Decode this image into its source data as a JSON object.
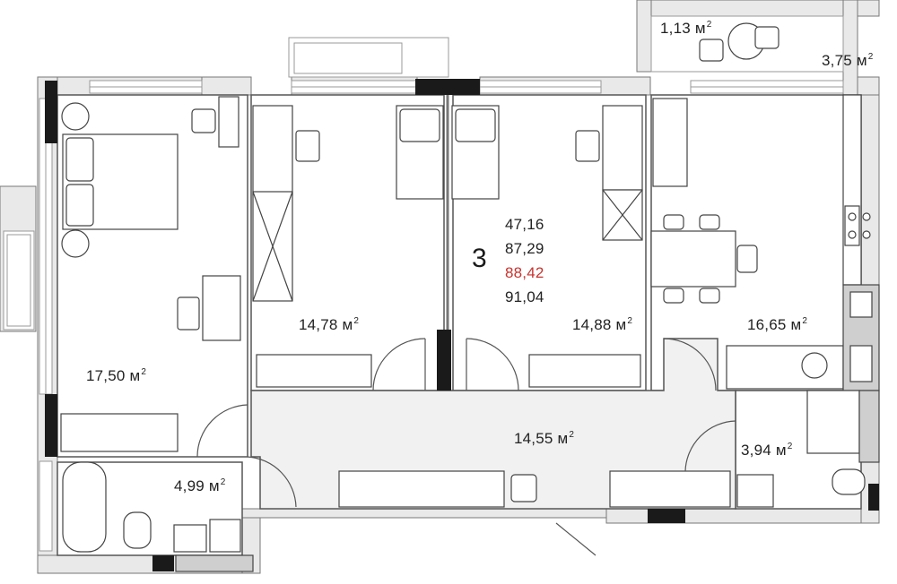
{
  "apartment": {
    "rooms_count": "3",
    "areas": [
      "47,16",
      "87,29",
      "88,42",
      "91,04"
    ],
    "highlight_color": "#c8322e"
  },
  "rooms": {
    "bedroom_left": {
      "area": "17,50",
      "unit": "м",
      "exp": "2"
    },
    "bedroom_mid": {
      "area": "14,78",
      "unit": "м",
      "exp": "2"
    },
    "bedroom_right": {
      "area": "14,88",
      "unit": "м",
      "exp": "2"
    },
    "kitchen": {
      "area": "16,65",
      "unit": "м",
      "exp": "2"
    },
    "hall": {
      "area": "14,55",
      "unit": "м",
      "exp": "2"
    },
    "bathroom": {
      "area": "4,99",
      "unit": "м",
      "exp": "2"
    },
    "wc": {
      "area": "3,94",
      "unit": "м",
      "exp": "2"
    },
    "balcony_small": {
      "area": "1,13",
      "unit": "м",
      "exp": "2"
    },
    "balcony_large": {
      "area": "3,75",
      "unit": "м",
      "exp": "2"
    }
  },
  "colors": {
    "wall": "#e9e9e9",
    "hall_floor": "#f1f1f1",
    "line": "#333333",
    "column": "#1a1a1a"
  }
}
